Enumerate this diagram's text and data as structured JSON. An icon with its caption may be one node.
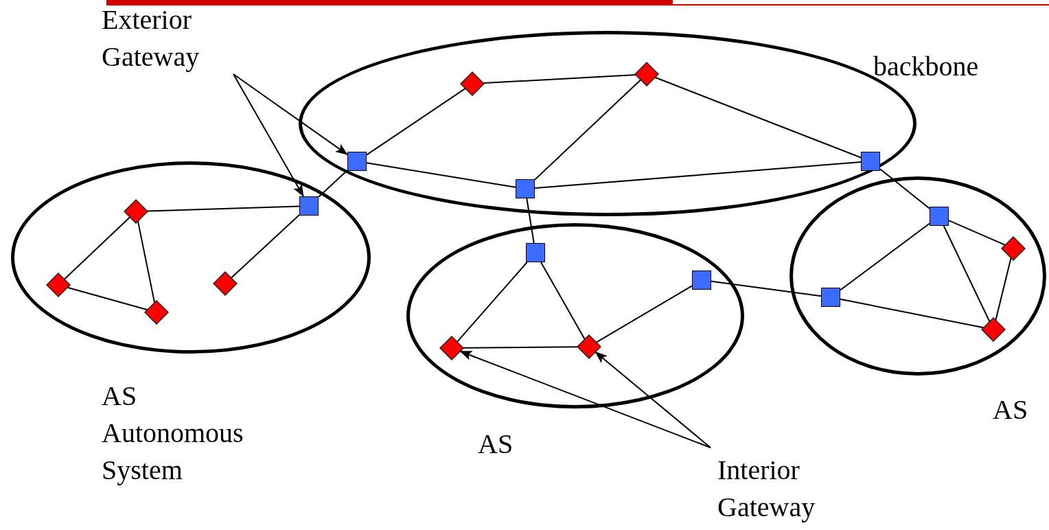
{
  "diagram": {
    "nodes": [
      {
        "text": [],
        "shape": "ellipse",
        "beside": [
          "backbone"
        ]
      },
      {
        "text": [],
        "shape": "ellipse",
        "beside": [
          "AS Autonomous System"
        ]
      },
      {
        "text": [],
        "shape": "ellipse",
        "beside": [
          "AS"
        ]
      },
      {
        "text": [],
        "shape": "ellipse",
        "beside": [
          "AS"
        ]
      },
      {
        "text": [],
        "shape": "diamond",
        "in": 0
      },
      {
        "text": [],
        "shape": "diamond",
        "in": 0
      },
      {
        "text": [],
        "shape": "square",
        "in": 0
      },
      {
        "text": [],
        "shape": "square",
        "in": 0
      },
      {
        "text": [],
        "shape": "square",
        "in": 0
      },
      {
        "text": [],
        "shape": "diamond",
        "in": 1
      },
      {
        "text": [],
        "shape": "square"
      },
      {
        "text": [],
        "shape": "diamond",
        "in": 1
      },
      {
        "text": [],
        "shape": "diamond",
        "in": 1
      },
      {
        "text": [],
        "shape": "diamond",
        "in": 1
      },
      {
        "text": [],
        "shape": "square",
        "in": 2
      },
      {
        "text": [],
        "shape": "square",
        "in": 2
      },
      {
        "text": [],
        "shape": "diamond",
        "in": 2
      },
      {
        "text": [],
        "shape": "diamond",
        "in": 2
      },
      {
        "text": [],
        "shape": "square",
        "in": 3
      },
      {
        "text": [],
        "shape": "diamond",
        "in": 3
      },
      {
        "text": [],
        "shape": "square",
        "in": 3
      },
      {
        "text": [],
        "shape": "diamond",
        "in": 3
      },
      {
        "text": [
          "Exterior Gateway"
        ]
      },
      {
        "text": [
          "Interior Gateway"
        ]
      }
    ],
    "edges": [
      {
        "from": 4,
        "to": 6,
        "arrow": "none"
      },
      {
        "from": 4,
        "to": 5,
        "arrow": "none"
      },
      {
        "from": 5,
        "to": 7,
        "arrow": "none"
      },
      {
        "from": 5,
        "to": 8,
        "arrow": "none"
      },
      {
        "from": 6,
        "to": 7,
        "arrow": "none"
      },
      {
        "from": 7,
        "to": 8,
        "arrow": "none"
      },
      {
        "from": 6,
        "to": 10,
        "arrow": "none"
      },
      {
        "from": 7,
        "to": 14,
        "arrow": "none"
      },
      {
        "from": 8,
        "to": 18,
        "arrow": "none"
      },
      {
        "from": 9,
        "to": 10,
        "arrow": "none"
      },
      {
        "from": 9,
        "to": 11,
        "arrow": "none"
      },
      {
        "from": 9,
        "to": 13,
        "arrow": "none"
      },
      {
        "from": 11,
        "to": 13,
        "arrow": "none"
      },
      {
        "from": 12,
        "to": 10,
        "arrow": "none"
      },
      {
        "from": 14,
        "to": 16,
        "arrow": "none"
      },
      {
        "from": 14,
        "to": 17,
        "arrow": "none"
      },
      {
        "from": 16,
        "to": 17,
        "arrow": "none"
      },
      {
        "from": 17,
        "to": 15,
        "arrow": "none"
      },
      {
        "from": 15,
        "to": 20,
        "arrow": "none"
      },
      {
        "from": 18,
        "to": 19,
        "arrow": "none"
      },
      {
        "from": 18,
        "to": 20,
        "arrow": "none"
      },
      {
        "from": 18,
        "to": 21,
        "arrow": "none"
      },
      {
        "from": 19,
        "to": 21,
        "arrow": "none"
      },
      {
        "from": 20,
        "to": 21,
        "arrow": "none"
      },
      {
        "from": 22,
        "to": 6,
        "arrow": "to"
      },
      {
        "from": 22,
        "to": 10,
        "arrow": "to"
      },
      {
        "from": 23,
        "to": 16,
        "arrow": "to"
      },
      {
        "from": 23,
        "to": 17,
        "arrow": "to"
      }
    ]
  }
}
